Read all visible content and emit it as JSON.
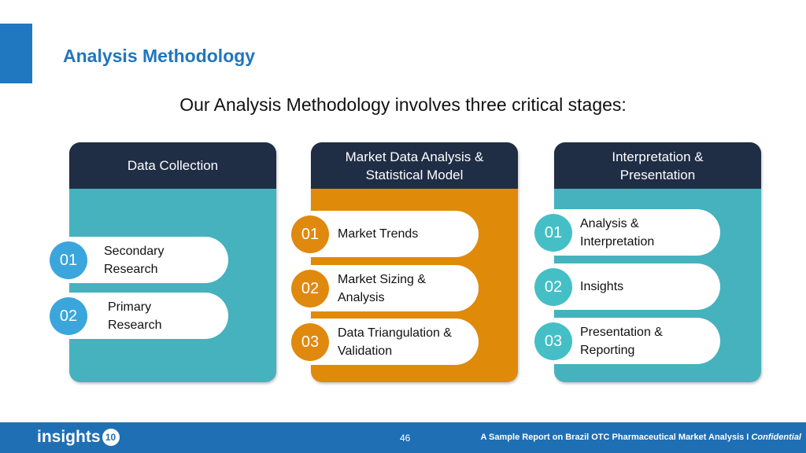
{
  "header": {
    "title": "Analysis Methodology",
    "subtitle": "Our Analysis Methodology involves three critical stages:"
  },
  "colors": {
    "navy": "#1f2d45",
    "teal": "#45b2be",
    "orange": "#e08a0a",
    "blue_circle": "#3aa6dc",
    "teal_circle": "#45bfc6"
  },
  "columns": [
    {
      "title": "Data Collection",
      "items": [
        {
          "num": "01",
          "label": "Secondary Research"
        },
        {
          "num": "02",
          "label": "Primary Research"
        }
      ]
    },
    {
      "title": "Market Data Analysis & Statistical Model",
      "items": [
        {
          "num": "01",
          "label": "Market Trends"
        },
        {
          "num": "02",
          "label": "Market Sizing & Analysis"
        },
        {
          "num": "03",
          "label": "Data Triangulation & Validation"
        }
      ]
    },
    {
      "title": "Interpretation & Presentation",
      "items": [
        {
          "num": "01",
          "label": "Analysis & Interpretation"
        },
        {
          "num": "02",
          "label": "Insights"
        },
        {
          "num": "03",
          "label": "Presentation & Reporting"
        }
      ]
    }
  ],
  "footer": {
    "logo": "insights",
    "logo_num": "10",
    "page": "46",
    "note": "A Sample Report on Brazil OTC Pharmaceutical Market Analysis I ",
    "note_italic": "Confidential"
  }
}
